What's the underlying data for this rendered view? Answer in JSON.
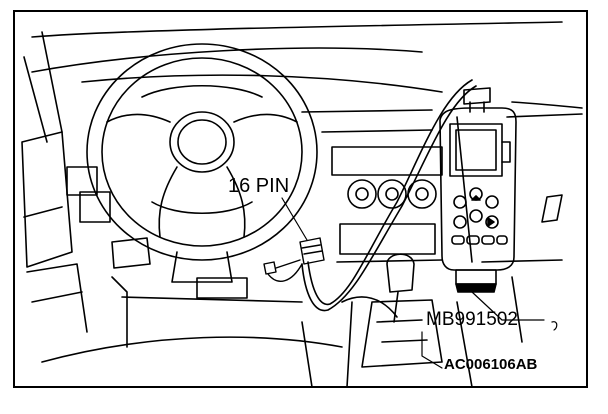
{
  "diagram": {
    "connector_label": "16 PIN",
    "tool_label": "MB991502",
    "figure_code": "AC006106AB"
  },
  "colors": {
    "line": "#000000",
    "background": "#ffffff"
  }
}
